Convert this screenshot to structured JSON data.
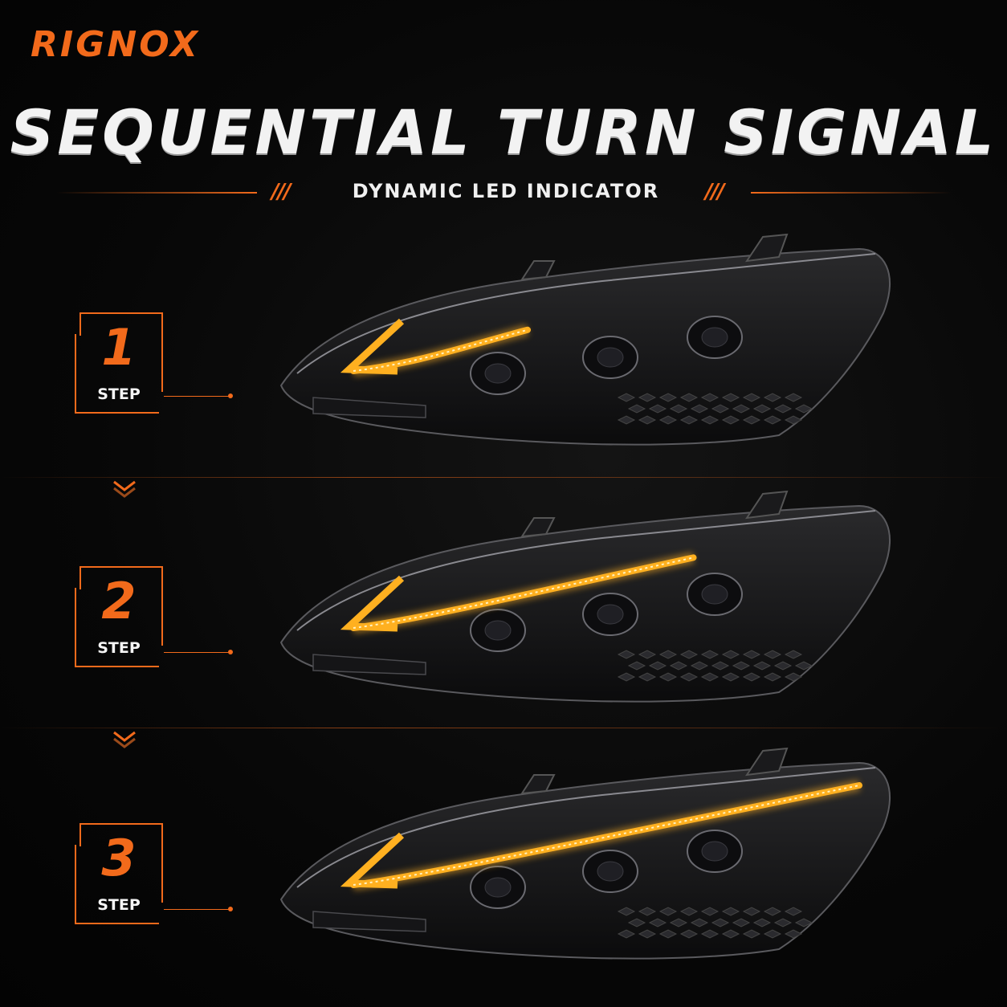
{
  "brand": "RIGNOX",
  "title": "SEQUENTIAL TURN SIGNAL",
  "subtitle": "DYNAMIC LED INDICATOR",
  "slash_mark": "///",
  "colors": {
    "accent": "#f26a1b",
    "amber": "#ffb020",
    "background": "#050505"
  },
  "steps": [
    {
      "number": "1",
      "label": "STEP",
      "signal_fill": 0.3
    },
    {
      "number": "2",
      "label": "STEP",
      "signal_fill": 0.65
    },
    {
      "number": "3",
      "label": "STEP",
      "signal_fill": 1.0
    }
  ]
}
